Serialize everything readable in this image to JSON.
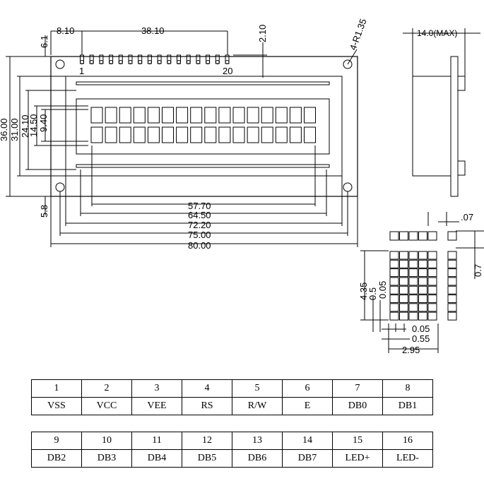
{
  "dimensions": {
    "pin_offset": "8.10",
    "pin_span": "38.10",
    "pin_height": "2.10",
    "hole_spec": "4-R1.35",
    "max_thickness": "14.0(MAX)",
    "pin_first": "1",
    "pin_last": "20",
    "top_margin": "6.1",
    "h_outer": "36.00",
    "h_bezel": "31.00",
    "h_view": "24.10",
    "h_active": "14.50",
    "h_chars": "9.40",
    "bottom_hole": "5.8",
    "w_active": "57.70",
    "w_view": "64.50",
    "w_bezel": "72.20",
    "w_holes": "75.00",
    "w_outer": "80.00",
    "dot_pitch_side": ".07",
    "dot_row": "0.7",
    "char_height": "4.35",
    "dot_h": "0.5",
    "dot_gap_v": "0.05",
    "dot_gap_h": "0.05",
    "dot_w": "0.55",
    "char_width": "2.95"
  },
  "pin_table": {
    "row1": [
      {
        "num": "1",
        "name": "VSS"
      },
      {
        "num": "2",
        "name": "VCC"
      },
      {
        "num": "3",
        "name": "VEE"
      },
      {
        "num": "4",
        "name": "RS"
      },
      {
        "num": "5",
        "name": "R/W"
      },
      {
        "num": "6",
        "name": "E"
      },
      {
        "num": "7",
        "name": "DB0"
      },
      {
        "num": "8",
        "name": "DB1"
      }
    ],
    "row2": [
      {
        "num": "9",
        "name": "DB2"
      },
      {
        "num": "10",
        "name": "DB3"
      },
      {
        "num": "11",
        "name": "DB4"
      },
      {
        "num": "12",
        "name": "DB5"
      },
      {
        "num": "13",
        "name": "DB6"
      },
      {
        "num": "14",
        "name": "DB7"
      },
      {
        "num": "15",
        "name": "LED+"
      },
      {
        "num": "16",
        "name": "LED-"
      }
    ]
  }
}
